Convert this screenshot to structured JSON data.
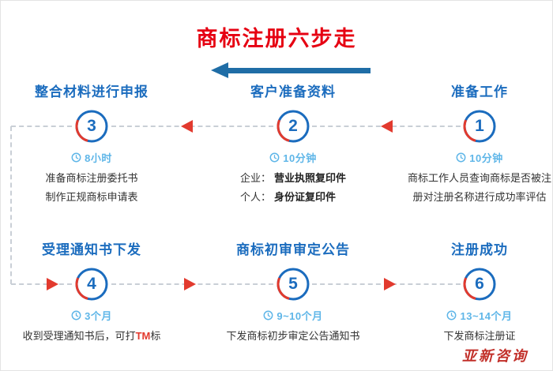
{
  "header": {
    "title": "商标注册六步走"
  },
  "colors": {
    "title_red": "#e60012",
    "accent_red": "#e23a2e",
    "step_blue": "#1b6cbe",
    "light_blue": "#5fb6e8",
    "arrow_blue": "#1f6da6",
    "dash_gray": "#c9cfd6",
    "text_dark": "#333333"
  },
  "steps": {
    "s1": {
      "number": "1",
      "title": "准备工作",
      "time": "10分钟",
      "desc_line1": "商标工作人员查询商标是否被注",
      "desc_line2": "册对注册名称进行成功率评估"
    },
    "s2": {
      "number": "2",
      "title": "客户准备资料",
      "time": "10分钟",
      "row1_label": "企业：",
      "row1_value": "营业执照复印件",
      "row2_label": "个人：",
      "row2_value": "身份证复印件"
    },
    "s3": {
      "number": "3",
      "title": "整合材料进行申报",
      "time": "8小时",
      "desc_line1": "准备商标注册委托书",
      "desc_line2": "制作正规商标申请表"
    },
    "s4": {
      "number": "4",
      "title": "受理通知书下发",
      "time": "3个月",
      "desc_prefix": "收到受理通知书后，可打",
      "desc_tm": "TM",
      "desc_suffix": "标"
    },
    "s5": {
      "number": "5",
      "title": "商标初审审定公告",
      "time": "9~10个月",
      "desc": "下发商标初步审定公告通知书"
    },
    "s6": {
      "number": "6",
      "title": "注册成功",
      "time": "13~14个月",
      "desc": "下发商标注册证"
    }
  },
  "watermark": "亚新咨询"
}
